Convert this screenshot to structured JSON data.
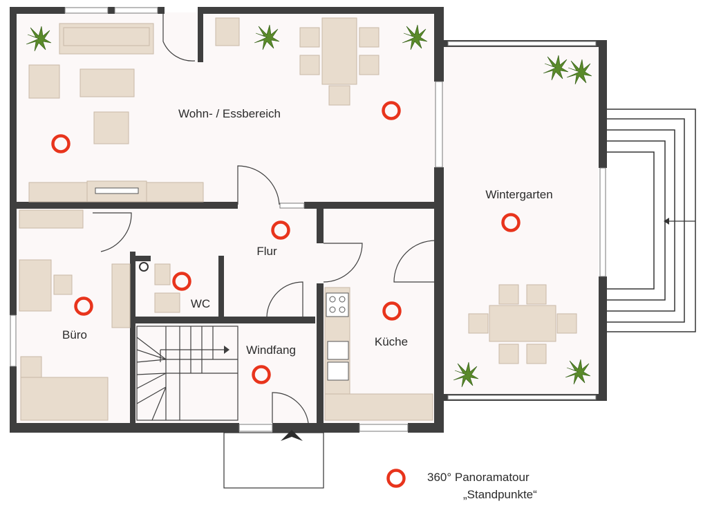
{
  "rooms": {
    "wohn": "Wohn- / Essbereich",
    "wintergarten": "Wintergarten",
    "flur": "Flur",
    "wc": "WC",
    "buero": "Büro",
    "windfang": "Windfang",
    "kueche": "Küche"
  },
  "legend": {
    "line1": "360° Panoramatour",
    "line2": "„Standpunkte“"
  },
  "colors": {
    "marker": "#e8341c",
    "wall": "#3f3f3f",
    "furniture": "#e8dccd"
  },
  "icons": [
    "panorama-marker-icon",
    "plant-icon",
    "entrance-arrow-icon"
  ]
}
